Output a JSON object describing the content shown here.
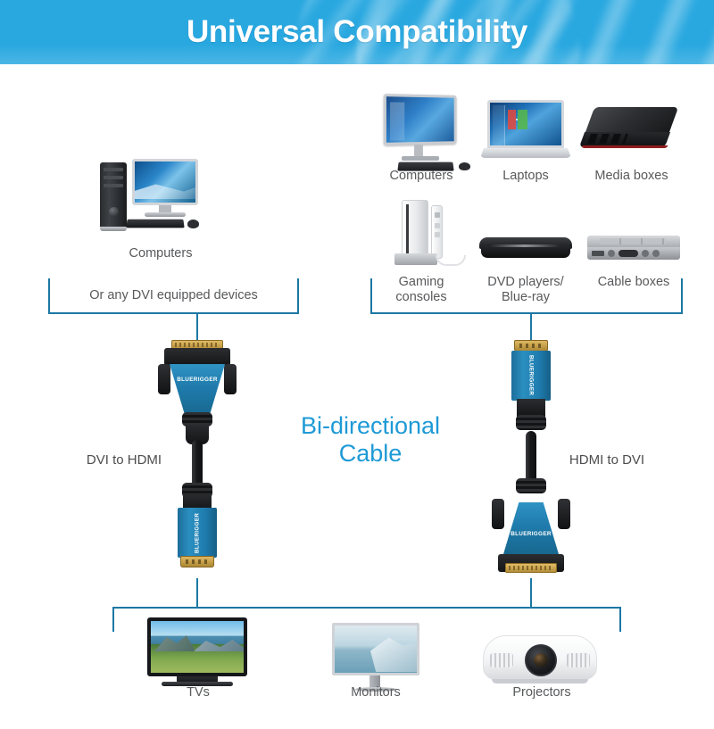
{
  "header": {
    "title": "Universal Compatibility",
    "background_color": "#29a8e0",
    "text_color": "#ffffff"
  },
  "colors": {
    "accent_blue": "#1e9ad6",
    "bracket_line": "#1c78a4",
    "label_gray": "#58595b",
    "connector_blue": "#1f7cae",
    "connector_gold": "#d8b35e"
  },
  "source_devices": {
    "left_group": {
      "devices": [
        {
          "label": "Computers",
          "icon": "desktop-computer-icon"
        }
      ],
      "bracket_note": "Or any DVI equipped devices"
    },
    "right_group": {
      "row1": [
        {
          "label": "Computers",
          "icon": "all-in-one-computer-icon"
        },
        {
          "label": "Laptops",
          "icon": "laptop-icon"
        },
        {
          "label": "Media boxes",
          "icon": "media-box-icon"
        }
      ],
      "row2": [
        {
          "label": "Gaming\nconsoles",
          "icon": "game-console-icon"
        },
        {
          "label": "DVD players/\nBlue-ray",
          "icon": "dvd-player-icon"
        },
        {
          "label": "Cable boxes",
          "icon": "cable-box-icon"
        }
      ]
    }
  },
  "cables": {
    "center_caption": "Bi-directional\nCable",
    "left": {
      "label": "DVI to HDMI",
      "top_connector": "DVI",
      "bottom_connector": "HDMI",
      "brand": "BLUERIGGER"
    },
    "right": {
      "label": "HDMI to DVI",
      "top_connector": "HDMI",
      "bottom_connector": "DVI",
      "brand": "BLUERIGGER"
    }
  },
  "display_devices": [
    {
      "label": "TVs",
      "icon": "television-icon"
    },
    {
      "label": "Monitors",
      "icon": "monitor-icon"
    },
    {
      "label": "Projectors",
      "icon": "projector-icon"
    }
  ]
}
